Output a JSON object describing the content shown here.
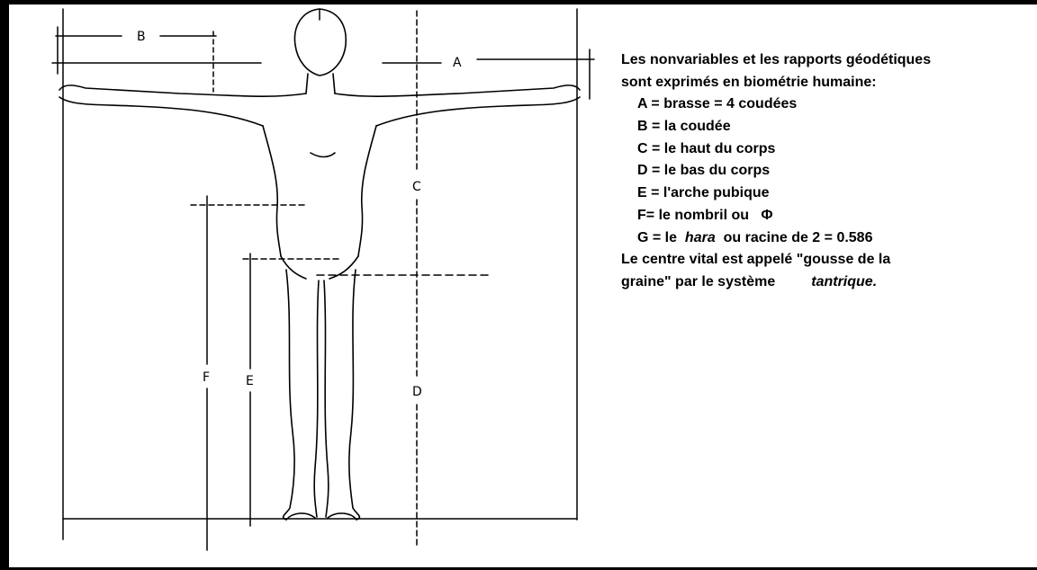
{
  "figure": {
    "labels": {
      "A": "A",
      "B": "B",
      "C": "C",
      "D": "D",
      "E": "E",
      "F": "F"
    }
  },
  "legend": {
    "intro_line1": "Les nonvariables et les rapports géodétiques",
    "intro_line2": "sont exprimés en biométrie humaine:",
    "items": [
      "A = brasse = 4 coudées",
      "B = la coudée",
      "C = le haut du corps",
      "D = le bas du corps",
      "E = l'arche pubique",
      "F= le nombril ou",
      "G = le"
    ],
    "phi_symbol": "Φ",
    "g_italic": "hara",
    "g_rest": "ou racine de 2 = 0.586",
    "outro_line1": "Le centre vital est appelé \"gousse de la",
    "outro_line2": "graine\"  par le système",
    "outro_italic": "tantrique."
  }
}
